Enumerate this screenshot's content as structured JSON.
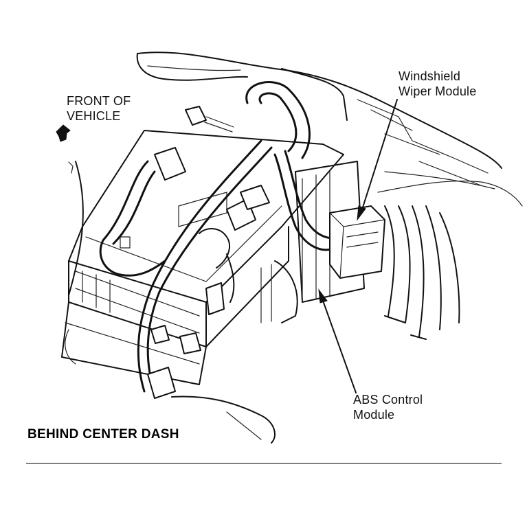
{
  "diagram": {
    "labels": {
      "front_of_vehicle": [
        "FRONT OF",
        "VEHICLE"
      ],
      "windshield_wiper_module": [
        "Windshield",
        "Wiper Module"
      ],
      "abs_control_module": [
        "ABS Control",
        "Module"
      ]
    },
    "caption": "BEHIND CENTER DASH"
  }
}
